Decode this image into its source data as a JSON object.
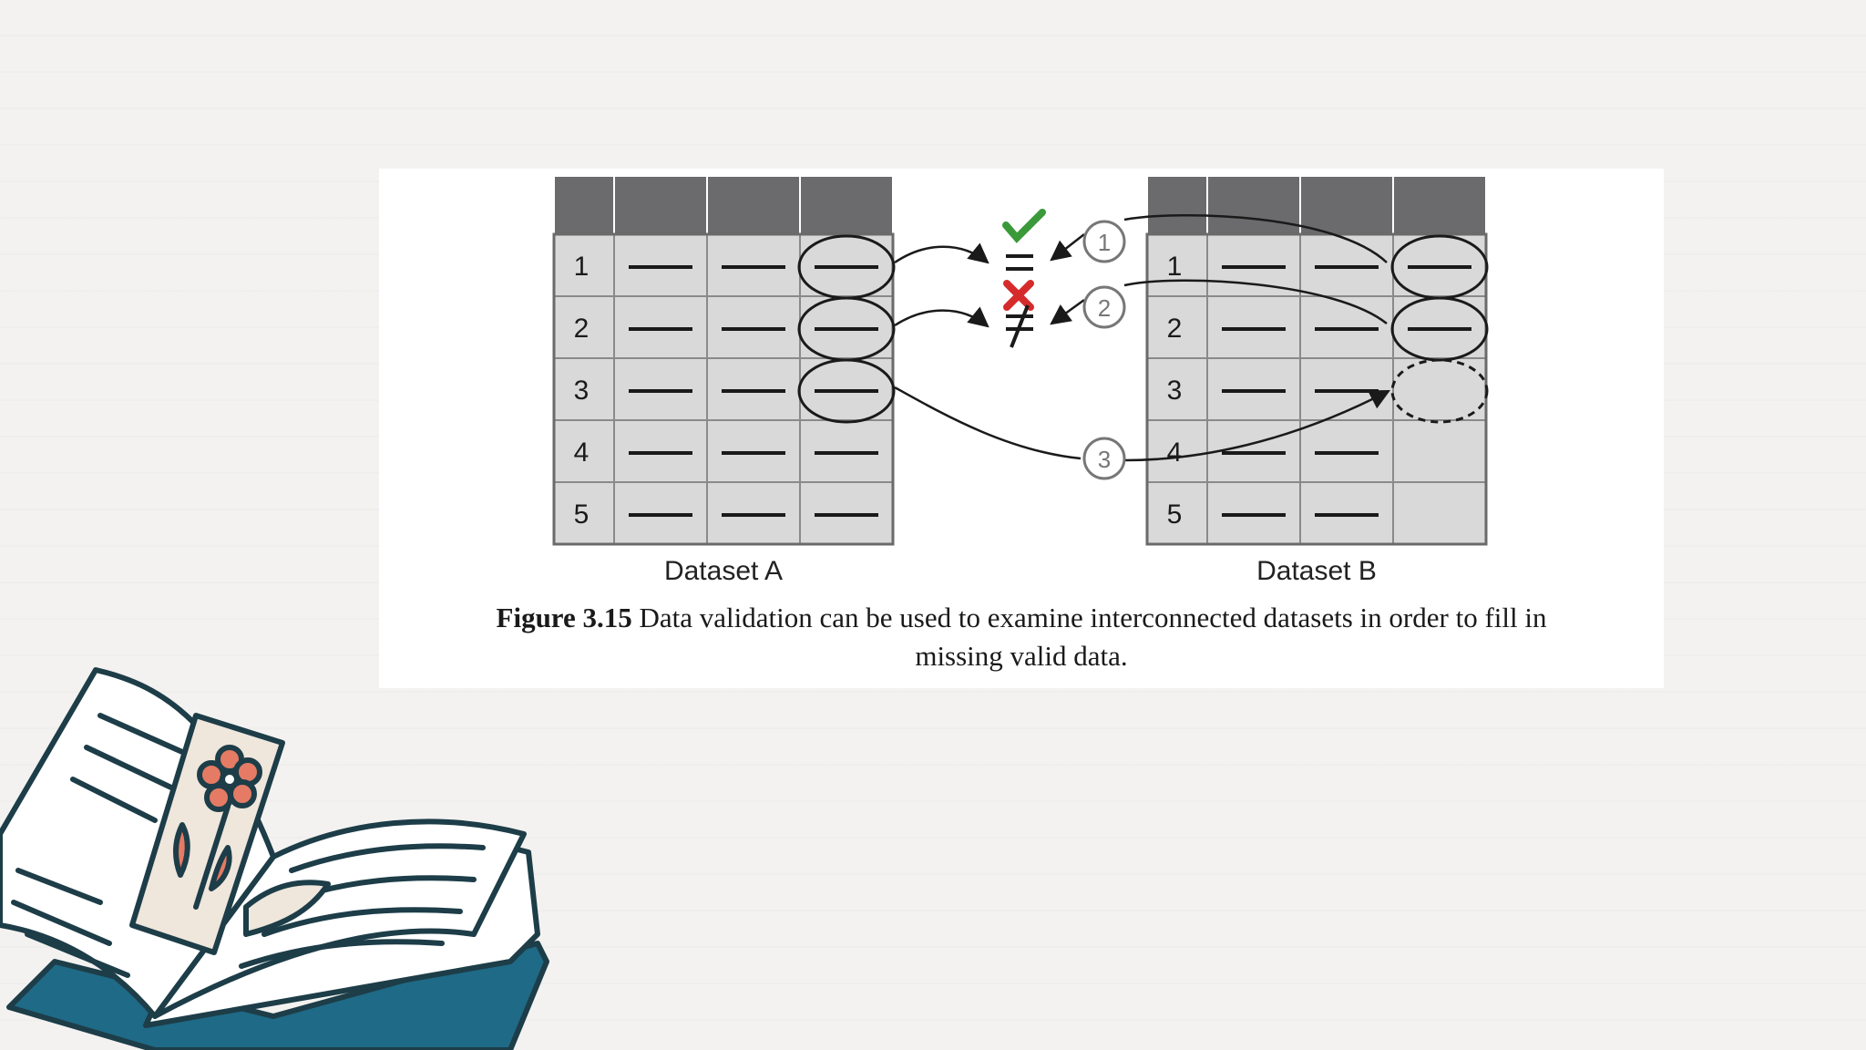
{
  "figure": {
    "datasets": [
      {
        "label": "Dataset A",
        "rows": [
          "1",
          "2",
          "3",
          "4",
          "5"
        ]
      },
      {
        "label": "Dataset B",
        "rows": [
          "1",
          "2",
          "3",
          "4",
          "5"
        ]
      }
    ],
    "steps": [
      "1",
      "2",
      "3"
    ],
    "comparison_symbols": {
      "match": "=",
      "mismatch": "≠"
    },
    "caption_label": "Figure 3.15",
    "caption_text": " Data validation can be used to examine interconnected datasets in order to fill in missing valid data."
  },
  "colors": {
    "page_bg": "#f3f2f0",
    "card_bg": "#ffffff",
    "table_header": "#6b6b6d",
    "table_cell": "#d9d9d9",
    "check": "#3a9a3a",
    "cross": "#d62b2b",
    "book_outline": "#1d3d48",
    "book_cover": "#1f6a86",
    "flower": "#e57b64"
  },
  "icons": [
    "check-icon",
    "cross-icon",
    "book-illustration-icon",
    "flower-bookmark-icon"
  ]
}
